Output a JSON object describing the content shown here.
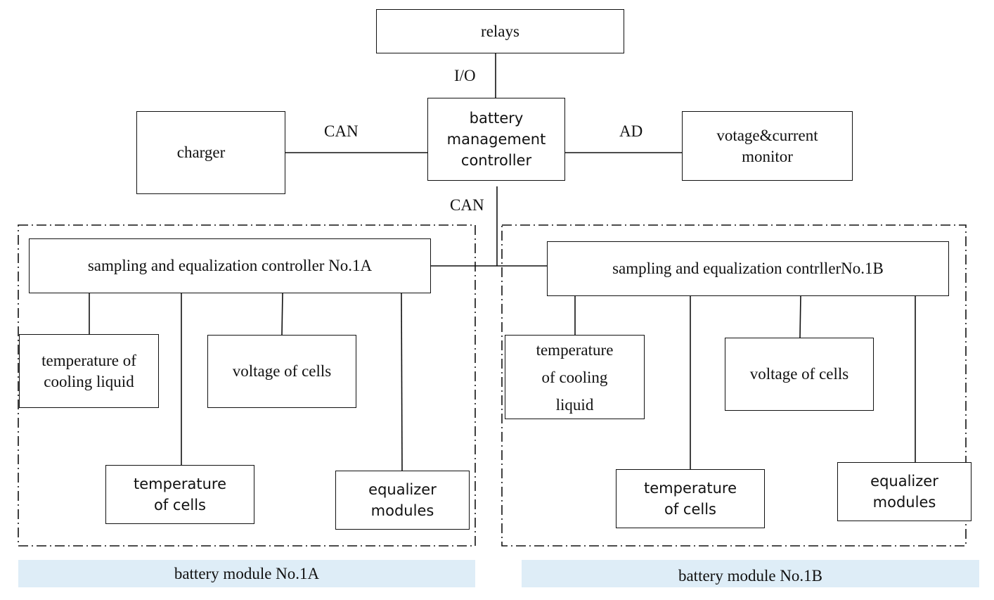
{
  "nodes": {
    "relays": "relays",
    "bmc": "battery\nmanagement\ncontroller",
    "charger": "charger",
    "monitor": "votage&current\nmonitor",
    "sec_1a": "sampling and equalization controller No.1A",
    "sec_1b": "sampling and equalization contrllerNo.1B",
    "a_temp_cooling": "temperature of\ncooling liquid",
    "a_voltage_cells": "voltage of cells",
    "a_temp_cells": "temperature\nof cells",
    "a_equalizer": "equalizer\nmodules",
    "b_temp_cooling": "temperature\nof cooling\nliquid",
    "b_voltage_cells": "voltage of cells",
    "b_temp_cells": "temperature\nof cells",
    "b_equalizer": "equalizer\nmodules"
  },
  "connection_labels": {
    "io": "I/O",
    "can_charger": "CAN",
    "ad": "AD",
    "can_down": "CAN"
  },
  "modules": {
    "a": "battery module No.1A",
    "b": "battery module No.1B"
  },
  "colors": {
    "line": "#111111",
    "module_label_bg": "#deedf7"
  }
}
